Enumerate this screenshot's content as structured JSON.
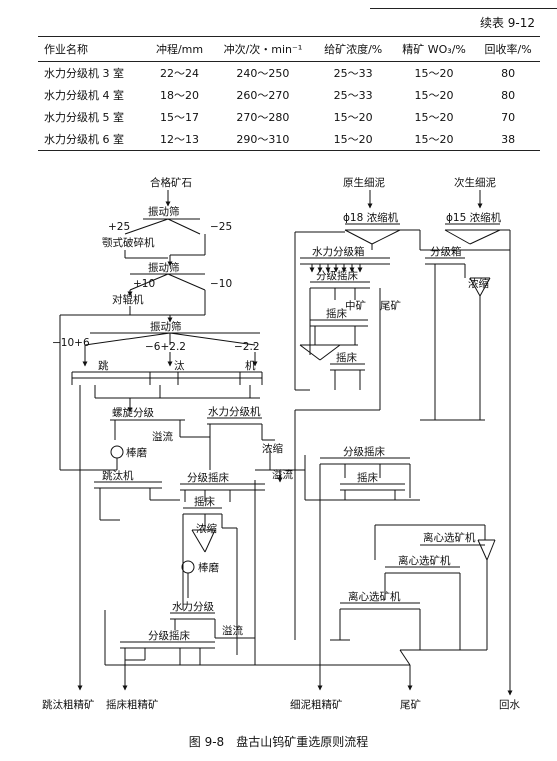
{
  "table": {
    "caption": "续表 9-12",
    "headers": [
      "作业名称",
      "冲程/mm",
      "冲次/次・min⁻¹",
      "给矿浓度/%",
      "精矿 WO₃/%",
      "回收率/%"
    ],
    "rows": [
      [
        "水力分级机 3 室",
        "22～24",
        "240～250",
        "25～33",
        "15～20",
        "80"
      ],
      [
        "水力分级机 4 室",
        "18～20",
        "260～270",
        "25～33",
        "15～20",
        "80"
      ],
      [
        "水力分级机 5 室",
        "15～17",
        "270～280",
        "15～20",
        "15～20",
        "70"
      ],
      [
        "水力分级机 6 室",
        "12～13",
        "290～310",
        "15～20",
        "15～20",
        "38"
      ]
    ]
  },
  "flow": {
    "feed": "合格矿石",
    "screen1": "振动筛",
    "s1_plus": "+25",
    "s1_minus": "−25",
    "jaw": "颚式破碎机",
    "screen2": "振动筛",
    "s2_plus": "+10",
    "s2_minus": "−10",
    "roll": "对辊机",
    "screen3": "振动筛",
    "s3_a": "−10+6",
    "s3_b": "−6+2.2",
    "s3_c": "−2.2",
    "jig_1": "跳",
    "jig_2": "汰",
    "jig_3": "机",
    "spiral": "螺旋分级",
    "ballmill1": "棒磨",
    "overflow1": "溢流",
    "hydro1": "水力分级机",
    "thicken1": "浓缩",
    "overflow2": "溢流",
    "jig2": "跳汰机",
    "classtable1": "分级摇床",
    "table1": "摇床",
    "thicken2": "浓缩",
    "ballmill2": "棒磨",
    "hydro2": "水力分级",
    "classtable2": "分级摇床",
    "overflow3": "溢流",
    "slime1": "原生细泥",
    "slime2": "次生细泥",
    "thick18": "ϕ18 浓缩机",
    "thick15": "ϕ15 浓缩机",
    "hydrobox": "水力分级箱",
    "classbox": "分级箱",
    "classtable3": "分级摇床",
    "thicken3": "浓缩",
    "midore": "中矿",
    "tailore1": "尾矿",
    "table2": "摇床",
    "table3": "摇床",
    "classtable4": "分级摇床",
    "table4": "摇床",
    "cent1": "离心选矿机",
    "cent2": "离心选矿机",
    "cent3": "离心选矿机",
    "out_jig": "跳汰粗精矿",
    "out_table": "摇床粗精矿",
    "out_slime": "细泥粗精矿",
    "out_tail": "尾矿",
    "out_water": "回水"
  },
  "figure_caption": "图 9-8　盘古山钨矿重选原则流程"
}
